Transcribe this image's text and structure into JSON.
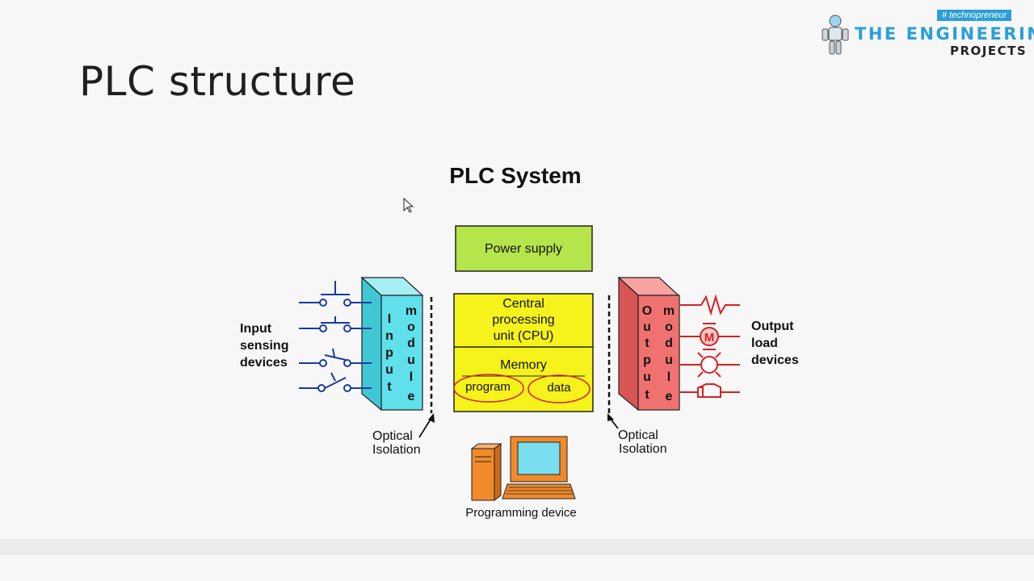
{
  "slide": {
    "title": "PLC structure"
  },
  "logo": {
    "hashtag": "# technopreneur",
    "line1_the": "THE",
    "line1_rest": "ENGINEERING",
    "line2": "PROJECTS"
  },
  "diagram": {
    "title": "PLC System",
    "power_supply": "Power supply",
    "cpu_line1": "Central",
    "cpu_line2": "processing",
    "cpu_line3": "unit (CPU)",
    "memory": "Memory",
    "program": "program",
    "data": "data",
    "input_side": [
      "I",
      "n",
      "p",
      "u",
      "t"
    ],
    "input_module": [
      "m",
      "o",
      "d",
      "u",
      "l",
      "e"
    ],
    "output_side": [
      "O",
      "u",
      "t",
      "p",
      "u",
      "t"
    ],
    "output_module": [
      "m",
      "o",
      "d",
      "u",
      "l",
      "e"
    ],
    "input_devices": [
      "Input",
      "sensing",
      "devices"
    ],
    "output_devices": [
      "Output",
      "load",
      "devices"
    ],
    "optical_isolation_left": [
      "Optical",
      "Isolation"
    ],
    "optical_isolation_right": [
      "Optical",
      "Isolation"
    ],
    "motor_symbol": "M",
    "programming_device": "Programming device",
    "colors": {
      "power_supply": "#b5e54a",
      "cpu": "#f5f21c",
      "input_module": "#5fe0ea",
      "output_module": "#f07270",
      "input_wires": "#1a3aa0",
      "output_wires": "#d82020",
      "computer": "#f08a2a",
      "screen": "#79dff0"
    }
  }
}
